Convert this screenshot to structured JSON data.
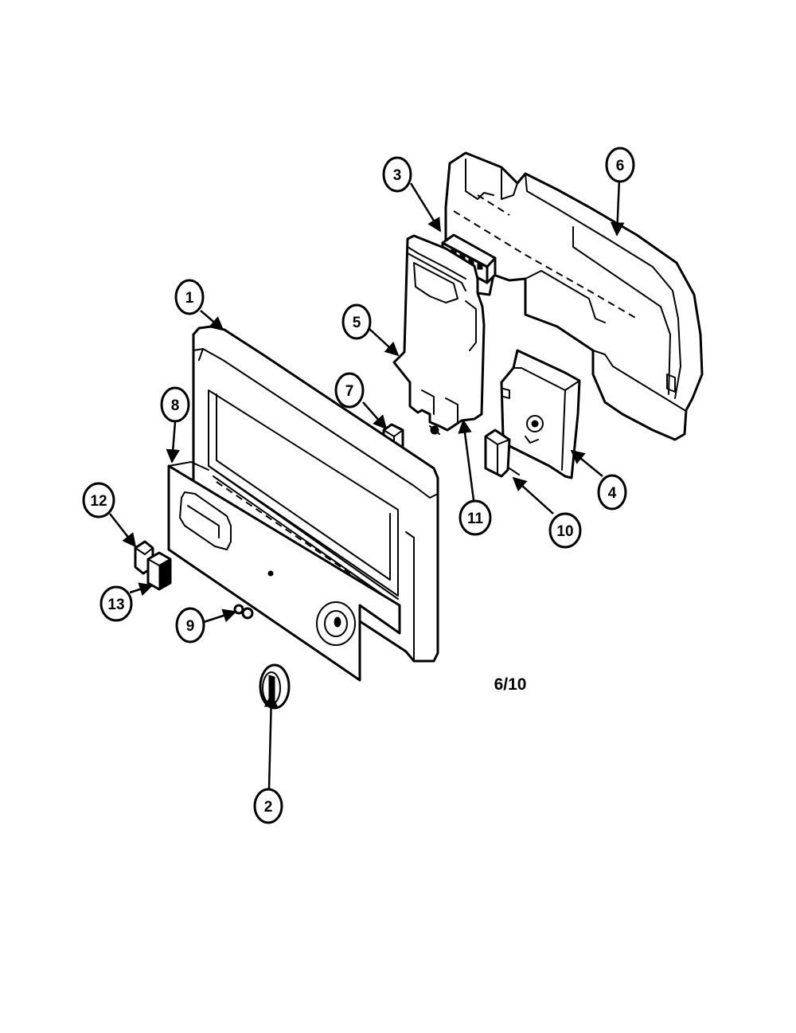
{
  "callouts": [
    {
      "id": "1",
      "label": "1"
    },
    {
      "id": "2",
      "label": "2"
    },
    {
      "id": "3",
      "label": "3"
    },
    {
      "id": "4",
      "label": "4"
    },
    {
      "id": "5",
      "label": "5"
    },
    {
      "id": "6",
      "label": "6"
    },
    {
      "id": "7",
      "label": "7"
    },
    {
      "id": "8",
      "label": "8"
    },
    {
      "id": "9",
      "label": "9"
    },
    {
      "id": "10",
      "label": "10"
    },
    {
      "id": "11",
      "label": "11"
    },
    {
      "id": "12",
      "label": "12"
    },
    {
      "id": "13",
      "label": "13"
    }
  ],
  "page_label": "6/10"
}
